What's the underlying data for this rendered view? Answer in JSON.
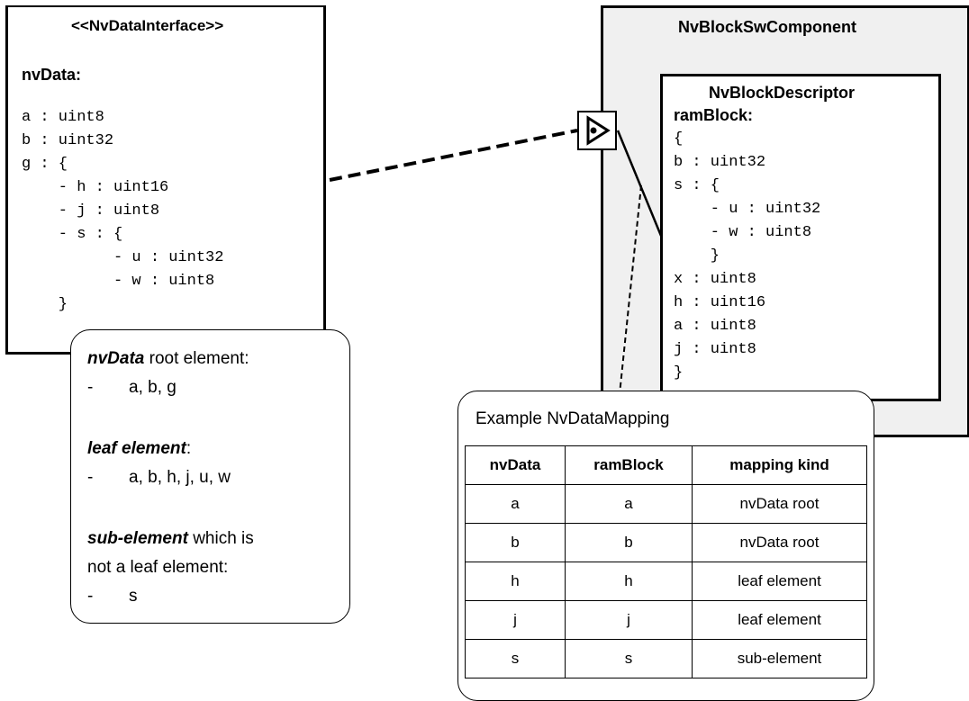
{
  "iface": {
    "stereotype": "<<NvDataInterface>>",
    "section": "nvData:",
    "code": "a : uint8\nb : uint32\ng : {\n    - h : uint16\n    - j : uint8\n    - s : {\n          - u : uint32\n          - w : uint8\n    }"
  },
  "swc": {
    "title": "NvBlockSwComponent",
    "descriptor_title": "NvBlockDescriptor",
    "section": "ramBlock:",
    "code": "{\nb : uint32\ns : {\n    - u : uint32\n    - w : uint8\n    }\nx : uint8\nh : uint16\na : uint8\nj : uint8\n}"
  },
  "note1": {
    "root_label_em": "nvData",
    "root_label_rest": " root element:",
    "root_items": "a, b, g",
    "leaf_label_em": "leaf element",
    "leaf_label_rest": ":",
    "leaf_items": "a, b, h, j, u, w",
    "sub_label_em": "sub-element",
    "sub_label_rest": " which is",
    "sub_label_line2": "not a leaf element:",
    "sub_items": "s",
    "dash": "-"
  },
  "note2": {
    "title": "Example NvDataMapping",
    "headers": [
      "nvData",
      "ramBlock",
      "mapping kind"
    ],
    "rows": [
      [
        "a",
        "a",
        "nvData root"
      ],
      [
        "b",
        "b",
        "nvData root"
      ],
      [
        "h",
        "h",
        "leaf element"
      ],
      [
        "j",
        "j",
        "leaf element"
      ],
      [
        "s",
        "s",
        "sub-element"
      ]
    ]
  }
}
